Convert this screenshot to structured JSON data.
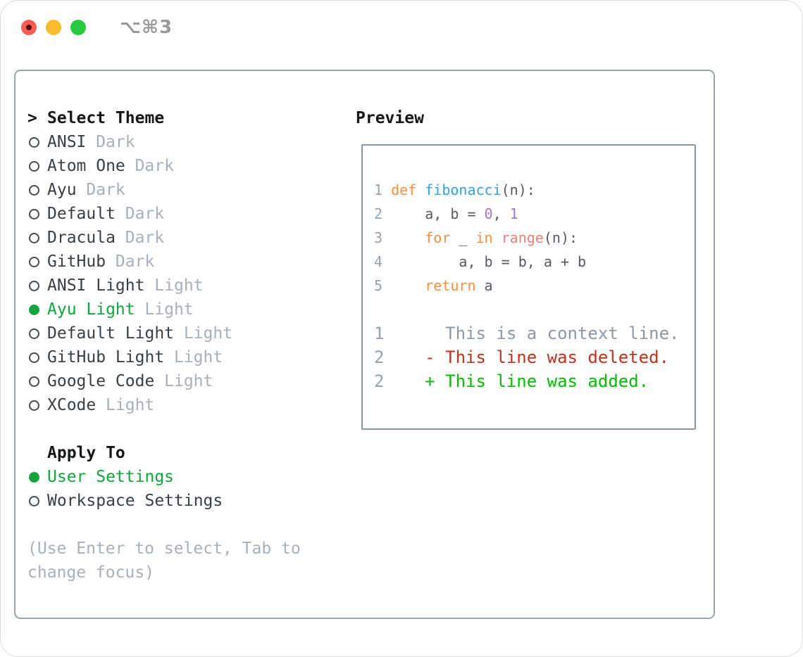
{
  "window": {
    "title": "⌥⌘3"
  },
  "panel": {
    "theme_section": {
      "prefix": ">",
      "header": "Select Theme",
      "items": [
        {
          "name": "ANSI",
          "tag": "Dark",
          "selected": false
        },
        {
          "name": "Atom One",
          "tag": "Dark",
          "selected": false
        },
        {
          "name": "Ayu",
          "tag": "Dark",
          "selected": false
        },
        {
          "name": "Default",
          "tag": "Dark",
          "selected": false
        },
        {
          "name": "Dracula",
          "tag": "Dark",
          "selected": false
        },
        {
          "name": "GitHub",
          "tag": "Dark",
          "selected": false
        },
        {
          "name": "ANSI Light",
          "tag": "Light",
          "selected": false
        },
        {
          "name": "Ayu Light",
          "tag": "Light",
          "selected": true
        },
        {
          "name": "Default Light",
          "tag": "Light",
          "selected": false
        },
        {
          "name": "GitHub Light",
          "tag": "Light",
          "selected": false
        },
        {
          "name": "Google Code",
          "tag": "Light",
          "selected": false
        },
        {
          "name": "XCode",
          "tag": "Light",
          "selected": false
        }
      ]
    },
    "apply_section": {
      "header": "Apply To",
      "options": [
        {
          "label": "User Settings",
          "selected": true
        },
        {
          "label": "Workspace Settings",
          "selected": false
        }
      ]
    },
    "help_text": "(Use Enter to select, Tab to change focus)",
    "preview": {
      "header": "Preview",
      "code_lines": [
        {
          "num": "1",
          "tokens": [
            {
              "t": "def ",
              "c": "kw"
            },
            {
              "t": "fibonacci",
              "c": "fn"
            },
            {
              "t": "(n):",
              "c": "pl"
            }
          ]
        },
        {
          "num": "2",
          "tokens": [
            {
              "t": "    a, b = ",
              "c": "pl"
            },
            {
              "t": "0",
              "c": "nm"
            },
            {
              "t": ", ",
              "c": "pl"
            },
            {
              "t": "1",
              "c": "nm"
            }
          ]
        },
        {
          "num": "3",
          "tokens": [
            {
              "t": "    ",
              "c": "pl"
            },
            {
              "t": "for",
              "c": "kw"
            },
            {
              "t": " _ ",
              "c": "pl"
            },
            {
              "t": "in",
              "c": "kw"
            },
            {
              "t": " ",
              "c": "pl"
            },
            {
              "t": "range",
              "c": "rg"
            },
            {
              "t": "(n):",
              "c": "pl"
            }
          ]
        },
        {
          "num": "4",
          "tokens": [
            {
              "t": "        a, b = b, a + b",
              "c": "pl"
            }
          ]
        },
        {
          "num": "5",
          "tokens": [
            {
              "t": "    ",
              "c": "pl"
            },
            {
              "t": "return",
              "c": "kw"
            },
            {
              "t": " a",
              "c": "pl"
            }
          ]
        }
      ],
      "diff_lines": [
        {
          "num": "1",
          "type": "context",
          "text": "      This is a context line."
        },
        {
          "num": "2",
          "type": "deleted",
          "text": "    - This line was deleted."
        },
        {
          "num": "2",
          "type": "added",
          "text": "    + This line was added."
        }
      ]
    }
  },
  "colors": {
    "accent_green": "#12a53c",
    "muted_text": "#a8b0b9",
    "dark_text": "#383f45",
    "header_text": "#15181a",
    "panel_border": "#99a3ad",
    "box_border": "#8d97a1",
    "line_number": "#98a2ac",
    "code_plain": "#555c63",
    "keyword_orange": "#fb8f41",
    "function_blue": "#35a2e9",
    "number_purple": "#a278cc",
    "builtin_coral": "#f87f75",
    "diff_context": "#8f99a3",
    "diff_deleted": "#c4301d",
    "diff_added": "#00bd00",
    "traffic_close": "#f85c54",
    "traffic_minimize": "#fdbc2c",
    "traffic_zoom": "#27c93f",
    "title_text": "#9a9a9a"
  }
}
